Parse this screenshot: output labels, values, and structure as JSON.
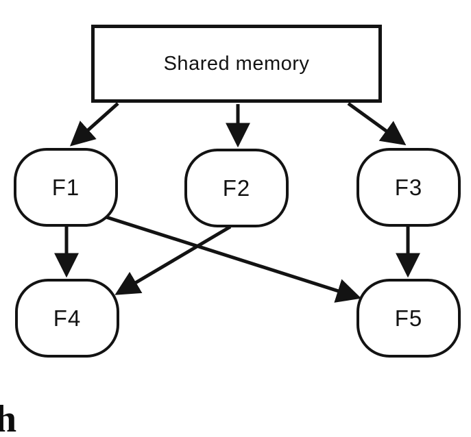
{
  "diagram": {
    "title_box": {
      "label": "Shared memory"
    },
    "nodes": [
      {
        "id": "F1",
        "label": "F1"
      },
      {
        "id": "F2",
        "label": "F2"
      },
      {
        "id": "F3",
        "label": "F3"
      },
      {
        "id": "F4",
        "label": "F4"
      },
      {
        "id": "F5",
        "label": "F5"
      }
    ],
    "edges": [
      {
        "from": "Shared memory",
        "to": "F1"
      },
      {
        "from": "Shared memory",
        "to": "F2"
      },
      {
        "from": "Shared memory",
        "to": "F3"
      },
      {
        "from": "F1",
        "to": "F4"
      },
      {
        "from": "F1",
        "to": "F5"
      },
      {
        "from": "F2",
        "to": "F4"
      },
      {
        "from": "F3",
        "to": "F5"
      }
    ],
    "caption_fragment": "h",
    "colors": {
      "ink": "#131313",
      "background": "#ffffff"
    }
  }
}
